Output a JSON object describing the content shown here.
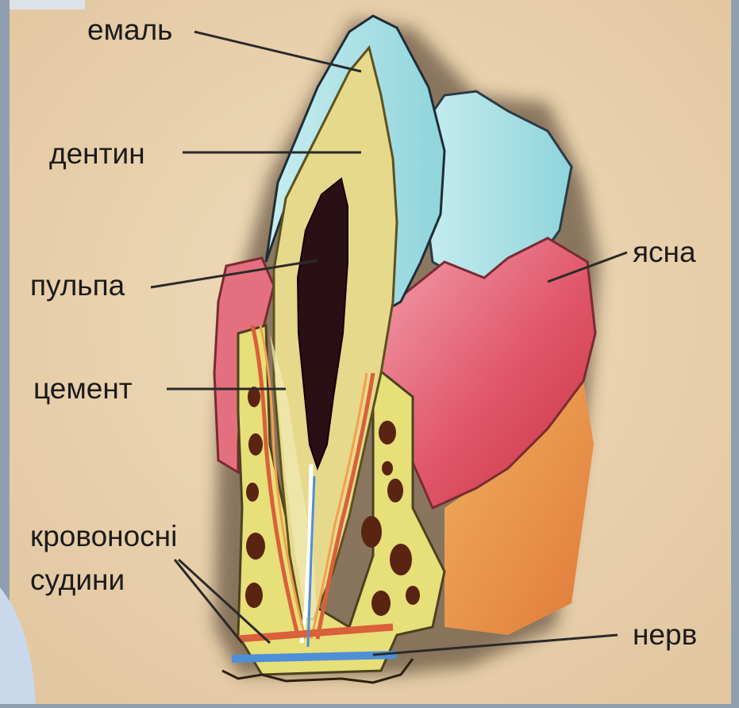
{
  "diagram": {
    "labels": {
      "enamel": "емаль",
      "dentin": "дентин",
      "pulp": "пульпа",
      "cement": "цемент",
      "vessels_line1": "кровоносні",
      "vessels_line2": "судини",
      "gum": "ясна",
      "nerve": "нерв"
    }
  },
  "colors": {
    "paper": "#ead4b0",
    "enamel": "#a9e0e4",
    "dentin": "#e6d98c",
    "pulp": "#2a0f14",
    "gum": "#e0576a",
    "bone": "#e4dc7a",
    "nerve": "#4f8fd8",
    "vessel": "#d9603a"
  }
}
